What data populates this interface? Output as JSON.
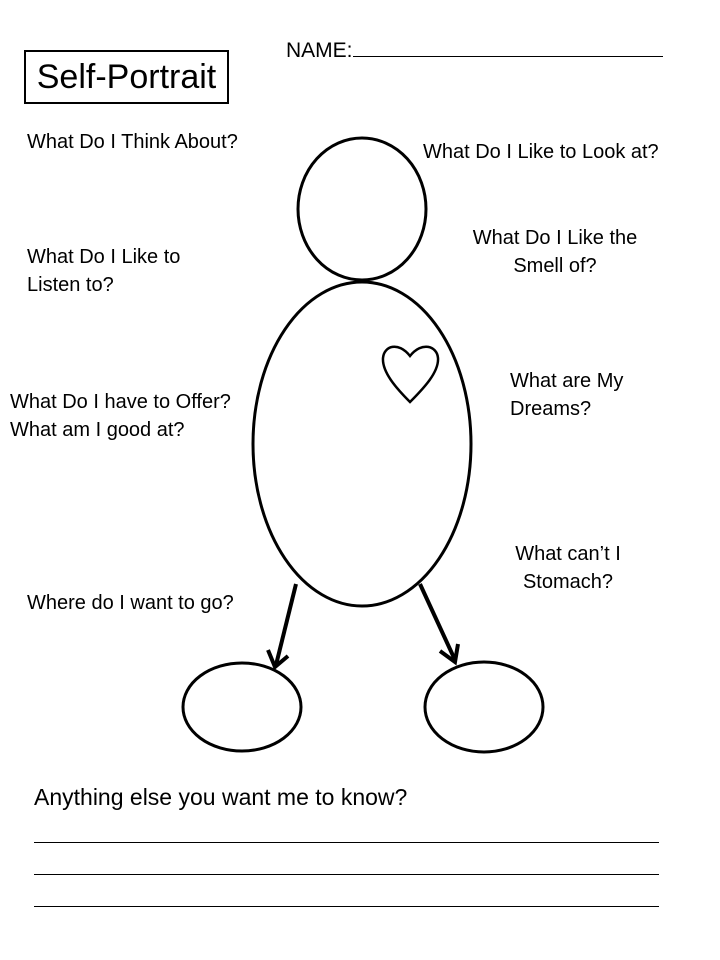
{
  "worksheet": {
    "title": "Self-Portrait",
    "name_label": "NAME:",
    "questions": {
      "think_about": "What Do I Think About?",
      "look_at": "What Do I Like to Look at?",
      "listen_line1": "What Do I Like to",
      "listen_line2": "Listen to?",
      "smell_line1": "What Do I Like the",
      "smell_line2": "Smell  of?",
      "dreams_line1": "What are My",
      "dreams_line2": "Dreams?",
      "offer_line1": "What Do I have to Offer?",
      "offer_line2": "What am I good at?",
      "stomach_line1": "What can’t I",
      "stomach_line2": "Stomach?",
      "go": "Where do I want to go?"
    },
    "extra_prompt": "Anything else you want me to know?"
  },
  "colors": {
    "ink": "#000000",
    "paper": "#ffffff"
  }
}
